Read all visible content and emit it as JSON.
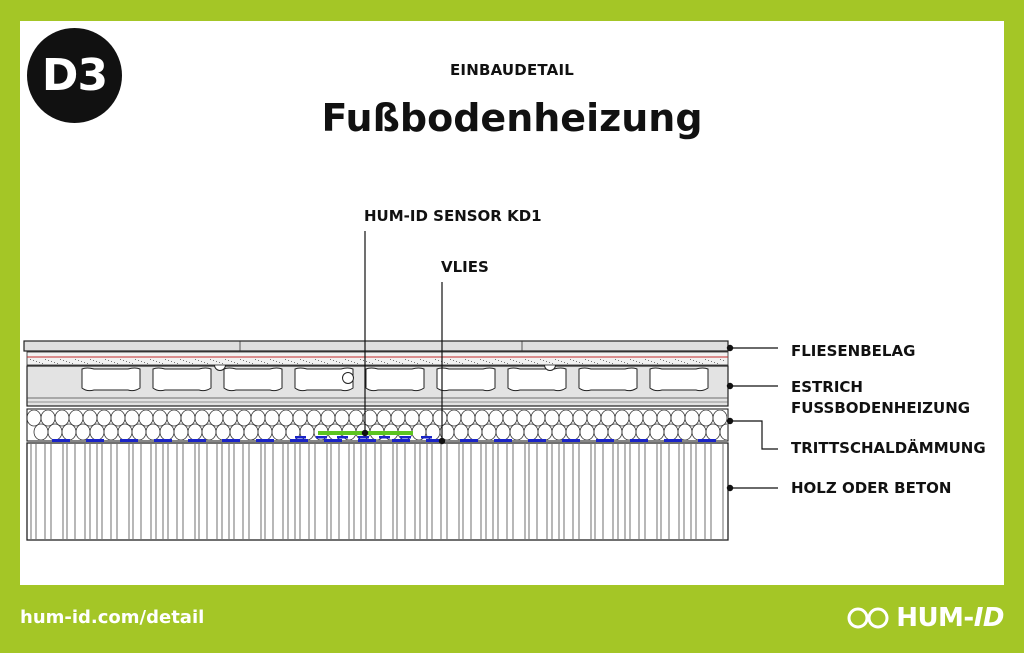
{
  "badge": "D3",
  "kicker": "EINBAUDETAIL",
  "title": "Fußbodenheizung",
  "callouts": {
    "sensor": "HUM-ID SENSOR KD1",
    "vlies": "VLIES"
  },
  "layers": [
    {
      "line1": "FLIESENBELAG",
      "line2": ""
    },
    {
      "line1": "ESTRICH",
      "line2": "FUSSBODENHEIZUNG"
    },
    {
      "line1": "TRITTSCHALDÄMMUNG",
      "line2": ""
    },
    {
      "line1": "HOLZ ODER BETON",
      "line2": ""
    }
  ],
  "footer": {
    "url": "hum-id.com/detail",
    "logo_main": "HUM-",
    "logo_id": "ID"
  },
  "colors": {
    "frame": "#a4c626",
    "sensor": "#5bc41f",
    "vlies": "#1a24c8",
    "adhesive": "#c22a2a"
  }
}
